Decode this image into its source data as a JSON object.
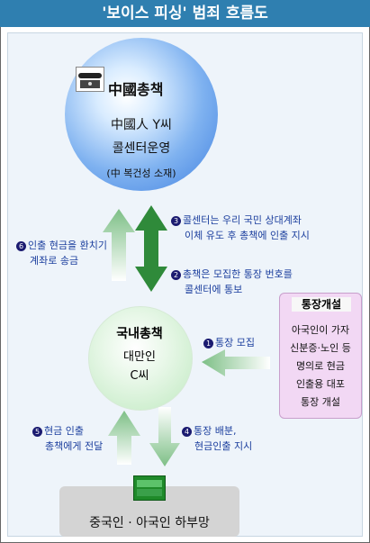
{
  "title": "'보이스 피싱' 범죄 흐름도",
  "top_circle": {
    "title": "中國총책",
    "line1": "中國人 Y씨",
    "line2": "콜센터운영",
    "line3": "(中 복건성 소재)"
  },
  "middle_circle": {
    "title": "국내총책",
    "line1": "대만인",
    "line2": "C씨"
  },
  "account_box": {
    "header": "통장개설",
    "lines": [
      "아국인이 가자",
      "신분증·노인 등",
      "명의로 현금",
      "인출용 대포",
      "통장 개설"
    ]
  },
  "bottom": {
    "label": "중국인 · 아국인 하부망"
  },
  "steps": {
    "s1": {
      "num": "1",
      "text": "통장 모집"
    },
    "s2": {
      "num": "2",
      "l1": "총책은 모집한 통장 번호를",
      "l2": "콜센터에 통보"
    },
    "s3": {
      "num": "3",
      "l1": "콜센터는 우리 국민 상대계좌",
      "l2": "이체 유도 후 총책에 인출 지시"
    },
    "s4": {
      "num": "4",
      "l1": "통장 배분,",
      "l2": "현금인출 지시"
    },
    "s5": {
      "num": "5",
      "l1": "현금 인출",
      "l2": "총책에게 전달"
    },
    "s6": {
      "num": "6",
      "l1": "인출 현금을 환치기",
      "l2": "계좌로 송금"
    }
  },
  "colors": {
    "title_bg": "#2f7fb0",
    "panel_bg": "#eef4fa",
    "label_text": "#1c3f9e",
    "arrow_green": "#2f8a3a",
    "arrow_pale": "#b9dcbc",
    "account_bg": "#f2d8f4"
  },
  "icons": [
    "telephone-icon",
    "money-icon"
  ]
}
